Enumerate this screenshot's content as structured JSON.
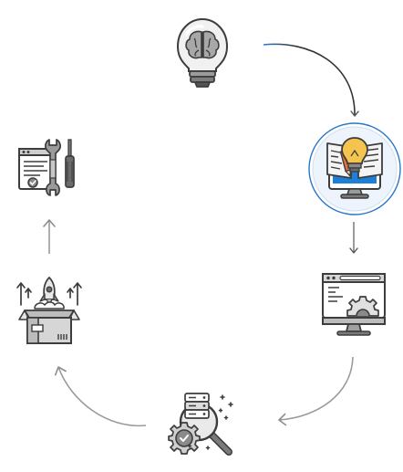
{
  "diagram": {
    "type": "circular-process-cycle",
    "background": "#ffffff",
    "palette": {
      "outline": "#3d3d3d",
      "fill_light": "#e9e9e9",
      "fill_mid": "#c9c9c9",
      "fill_dark": "#7a7a7a",
      "accent_bulb": "#f5c44e",
      "accent_orange": "#e8733a",
      "accent_blue": "#1e7fd8",
      "highlight_ring": "#2a77c9",
      "arrow": "#555555",
      "arrow_light": "#9a9a9a"
    },
    "steps": [
      {
        "id": "idea",
        "icon": "lightbulb-brain-icon",
        "highlighted": false
      },
      {
        "id": "design",
        "icon": "blueprint-monitor-bulb-icon",
        "highlighted": true
      },
      {
        "id": "develop",
        "icon": "monitor-code-gear-icon",
        "highlighted": false
      },
      {
        "id": "test",
        "icon": "magnifier-server-gear-icon",
        "highlighted": false
      },
      {
        "id": "launch",
        "icon": "box-rocket-icon",
        "highlighted": false
      },
      {
        "id": "maintain",
        "icon": "document-wrench-screwdriver-icon",
        "highlighted": false
      }
    ],
    "connections": [
      {
        "from": "idea",
        "to": "design",
        "style": "curved-dark"
      },
      {
        "from": "design",
        "to": "develop",
        "style": "straight"
      },
      {
        "from": "develop",
        "to": "test",
        "style": "curved"
      },
      {
        "from": "test",
        "to": "launch",
        "style": "curved"
      },
      {
        "from": "launch",
        "to": "maintain",
        "style": "straight"
      }
    ]
  }
}
